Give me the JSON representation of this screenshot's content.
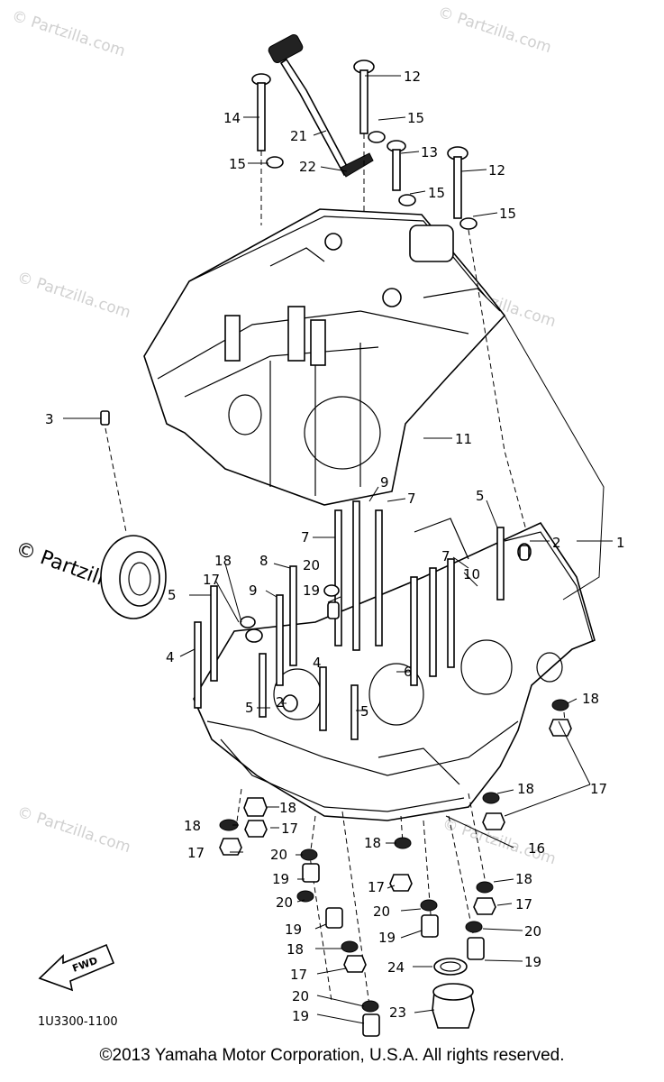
{
  "watermark": "© Partzilla.com",
  "diagram_code": "1U3300-1100",
  "fwd_label": "FWD",
  "copyright": "©2013 Yamaha Motor Corporation, U.S.A. All rights reserved.",
  "callouts": {
    "c12a": "12",
    "c14": "14",
    "c15a": "15",
    "c21": "21",
    "c15b": "15",
    "c13": "13",
    "c22": "22",
    "c12b": "12",
    "c15c": "15",
    "c15d": "15",
    "c3": "3",
    "c11": "11",
    "c9a": "9",
    "c7a": "7",
    "c5a": "5",
    "c7b": "7",
    "c2": "2",
    "c1": "1",
    "c18a": "18",
    "c8": "8",
    "c20a": "20",
    "c17a": "17",
    "c9b": "9",
    "c19a": "19",
    "c5b": "5",
    "c7c": "7",
    "c10": "10",
    "c4a": "4",
    "c2b": "2",
    "c4b": "4",
    "c6": "6",
    "c5c": "5",
    "c5d": "5",
    "c18b": "18",
    "c17b": "17",
    "c18c": "18",
    "c18d": "18",
    "c17c": "17",
    "c18e": "18",
    "c17d": "17",
    "c20b": "20",
    "c16": "16",
    "c19b": "19",
    "c18f": "18",
    "c18g": "18",
    "c17e": "17",
    "c17f": "17",
    "c20c": "20",
    "c20d": "20",
    "c19c": "19",
    "c19d": "19",
    "c20e": "20",
    "c18h": "18",
    "c24": "24",
    "c19e": "19",
    "c17g": "17",
    "c20f": "20",
    "c19f": "19",
    "c23": "23"
  }
}
